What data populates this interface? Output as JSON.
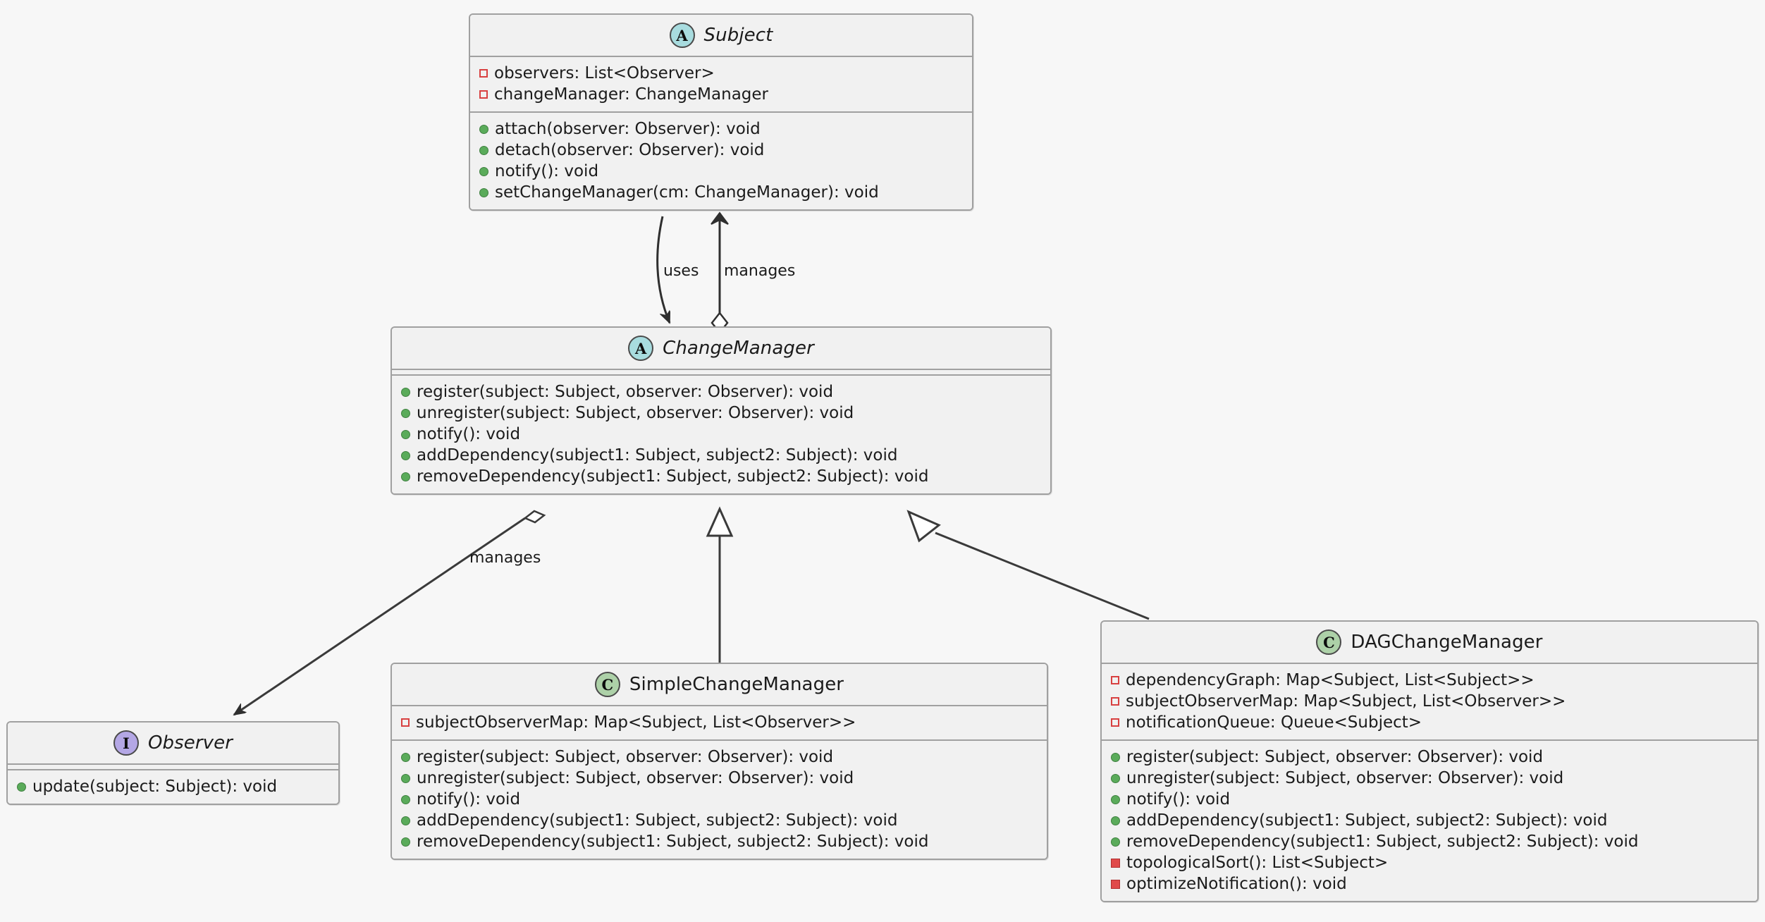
{
  "diagram": {
    "kind": "uml-class-diagram",
    "background": "#f7f7f7",
    "colors": {
      "box_fill": "#f1f1f1",
      "box_border": "#a0a0a0",
      "abstract_icon": "#a8dcdf",
      "class_icon": "#add1a8",
      "interface_icon": "#b4a7e5",
      "private_marker": "#d84141",
      "public_marker": "#5aab5a",
      "line": "#3a3a3a"
    }
  },
  "classes": {
    "subject": {
      "name": "Subject",
      "stereotype": "A",
      "stereotype_name": "abstract",
      "italic": true,
      "attributes": [
        {
          "visibility": "private",
          "text": "observers: List<Observer>"
        },
        {
          "visibility": "private",
          "text": "changeManager: ChangeManager"
        }
      ],
      "methods": [
        {
          "visibility": "public",
          "text": "attach(observer: Observer): void"
        },
        {
          "visibility": "public",
          "text": "detach(observer: Observer): void"
        },
        {
          "visibility": "public",
          "text": "notify(): void"
        },
        {
          "visibility": "public",
          "text": "setChangeManager(cm: ChangeManager): void"
        }
      ]
    },
    "change_manager": {
      "name": "ChangeManager",
      "stereotype": "A",
      "stereotype_name": "abstract",
      "italic": true,
      "attributes": [],
      "methods": [
        {
          "visibility": "public",
          "text": "register(subject: Subject, observer: Observer): void"
        },
        {
          "visibility": "public",
          "text": "unregister(subject: Subject, observer: Observer): void"
        },
        {
          "visibility": "public",
          "text": "notify(): void"
        },
        {
          "visibility": "public",
          "text": "addDependency(subject1: Subject, subject2: Subject): void"
        },
        {
          "visibility": "public",
          "text": "removeDependency(subject1: Subject, subject2: Subject): void"
        }
      ]
    },
    "observer": {
      "name": "Observer",
      "stereotype": "I",
      "stereotype_name": "interface",
      "italic": true,
      "attributes": [],
      "methods": [
        {
          "visibility": "public",
          "text": "update(subject: Subject): void"
        }
      ]
    },
    "simple_change_manager": {
      "name": "SimpleChangeManager",
      "stereotype": "C",
      "stereotype_name": "class",
      "italic": false,
      "attributes": [
        {
          "visibility": "private",
          "text": "subjectObserverMap: Map<Subject, List<Observer>>"
        }
      ],
      "methods": [
        {
          "visibility": "public",
          "text": "register(subject: Subject, observer: Observer): void"
        },
        {
          "visibility": "public",
          "text": "unregister(subject: Subject, observer: Observer): void"
        },
        {
          "visibility": "public",
          "text": "notify(): void"
        },
        {
          "visibility": "public",
          "text": "addDependency(subject1: Subject, subject2: Subject): void"
        },
        {
          "visibility": "public",
          "text": "removeDependency(subject1: Subject, subject2: Subject): void"
        }
      ]
    },
    "dag_change_manager": {
      "name": "DAGChangeManager",
      "stereotype": "C",
      "stereotype_name": "class",
      "italic": false,
      "attributes": [
        {
          "visibility": "private",
          "text": "dependencyGraph: Map<Subject, List<Subject>>"
        },
        {
          "visibility": "private",
          "text": "subjectObserverMap: Map<Subject, List<Observer>>"
        },
        {
          "visibility": "private",
          "text": "notificationQueue: Queue<Subject>"
        }
      ],
      "methods": [
        {
          "visibility": "public",
          "text": "register(subject: Subject, observer: Observer): void"
        },
        {
          "visibility": "public",
          "text": "unregister(subject: Subject, observer: Observer): void"
        },
        {
          "visibility": "public",
          "text": "notify(): void"
        },
        {
          "visibility": "public",
          "text": "addDependency(subject1: Subject, subject2: Subject): void"
        },
        {
          "visibility": "public",
          "text": "removeDependency(subject1: Subject, subject2: Subject): void"
        },
        {
          "visibility": "private",
          "text": "topologicalSort(): List<Subject>"
        },
        {
          "visibility": "private",
          "text": "optimizeNotification(): void"
        }
      ]
    }
  },
  "relationships": [
    {
      "id": "uses",
      "label": "uses",
      "from": "Subject",
      "to": "ChangeManager",
      "type": "dependency-arrow"
    },
    {
      "id": "manages-cm",
      "label": "manages",
      "from": "ChangeManager",
      "to": "Subject",
      "type": "aggregation"
    },
    {
      "id": "manages-obs",
      "label": "manages",
      "from": "ChangeManager",
      "to": "Observer",
      "type": "aggregation-directed"
    },
    {
      "id": "inherit-simple",
      "label": "",
      "from": "SimpleChangeManager",
      "to": "ChangeManager",
      "type": "generalization"
    },
    {
      "id": "inherit-dag",
      "label": "",
      "from": "DAGChangeManager",
      "to": "ChangeManager",
      "type": "generalization"
    }
  ]
}
